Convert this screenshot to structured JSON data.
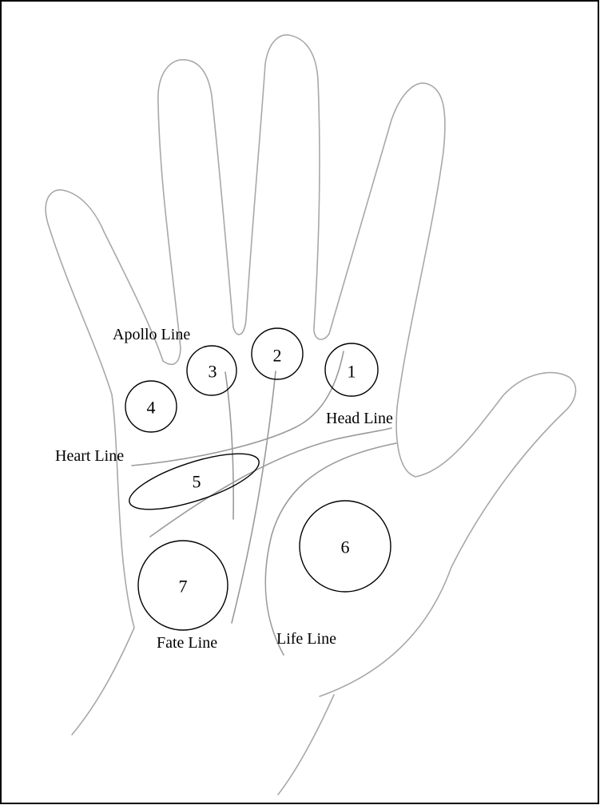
{
  "markers": [
    {
      "id": "1",
      "label": "1"
    },
    {
      "id": "2",
      "label": "2"
    },
    {
      "id": "3",
      "label": "3"
    },
    {
      "id": "4",
      "label": "4"
    },
    {
      "id": "5",
      "label": "5"
    },
    {
      "id": "6",
      "label": "6"
    },
    {
      "id": "7",
      "label": "7"
    }
  ],
  "line_labels": {
    "apollo": "Apollo Line",
    "head": "Head Line",
    "heart": "Heart Line",
    "fate": "Fate Line",
    "life": "Life Line"
  },
  "colors": {
    "outline": "#a8a8a8",
    "marker": "#000000",
    "border": "#000000",
    "background": "#ffffff"
  }
}
